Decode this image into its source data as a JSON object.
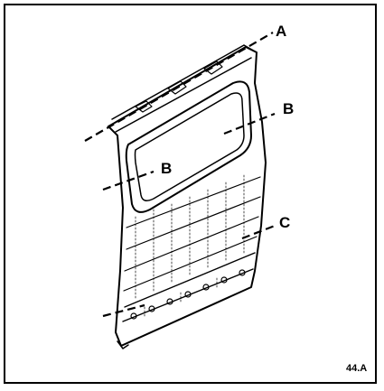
{
  "figure": {
    "callouts": {
      "a": "A",
      "b_right": "B",
      "b_left": "B",
      "c": "C"
    },
    "reference": "44.A"
  },
  "colors": {
    "line": "#000000",
    "background": "#ffffff"
  }
}
